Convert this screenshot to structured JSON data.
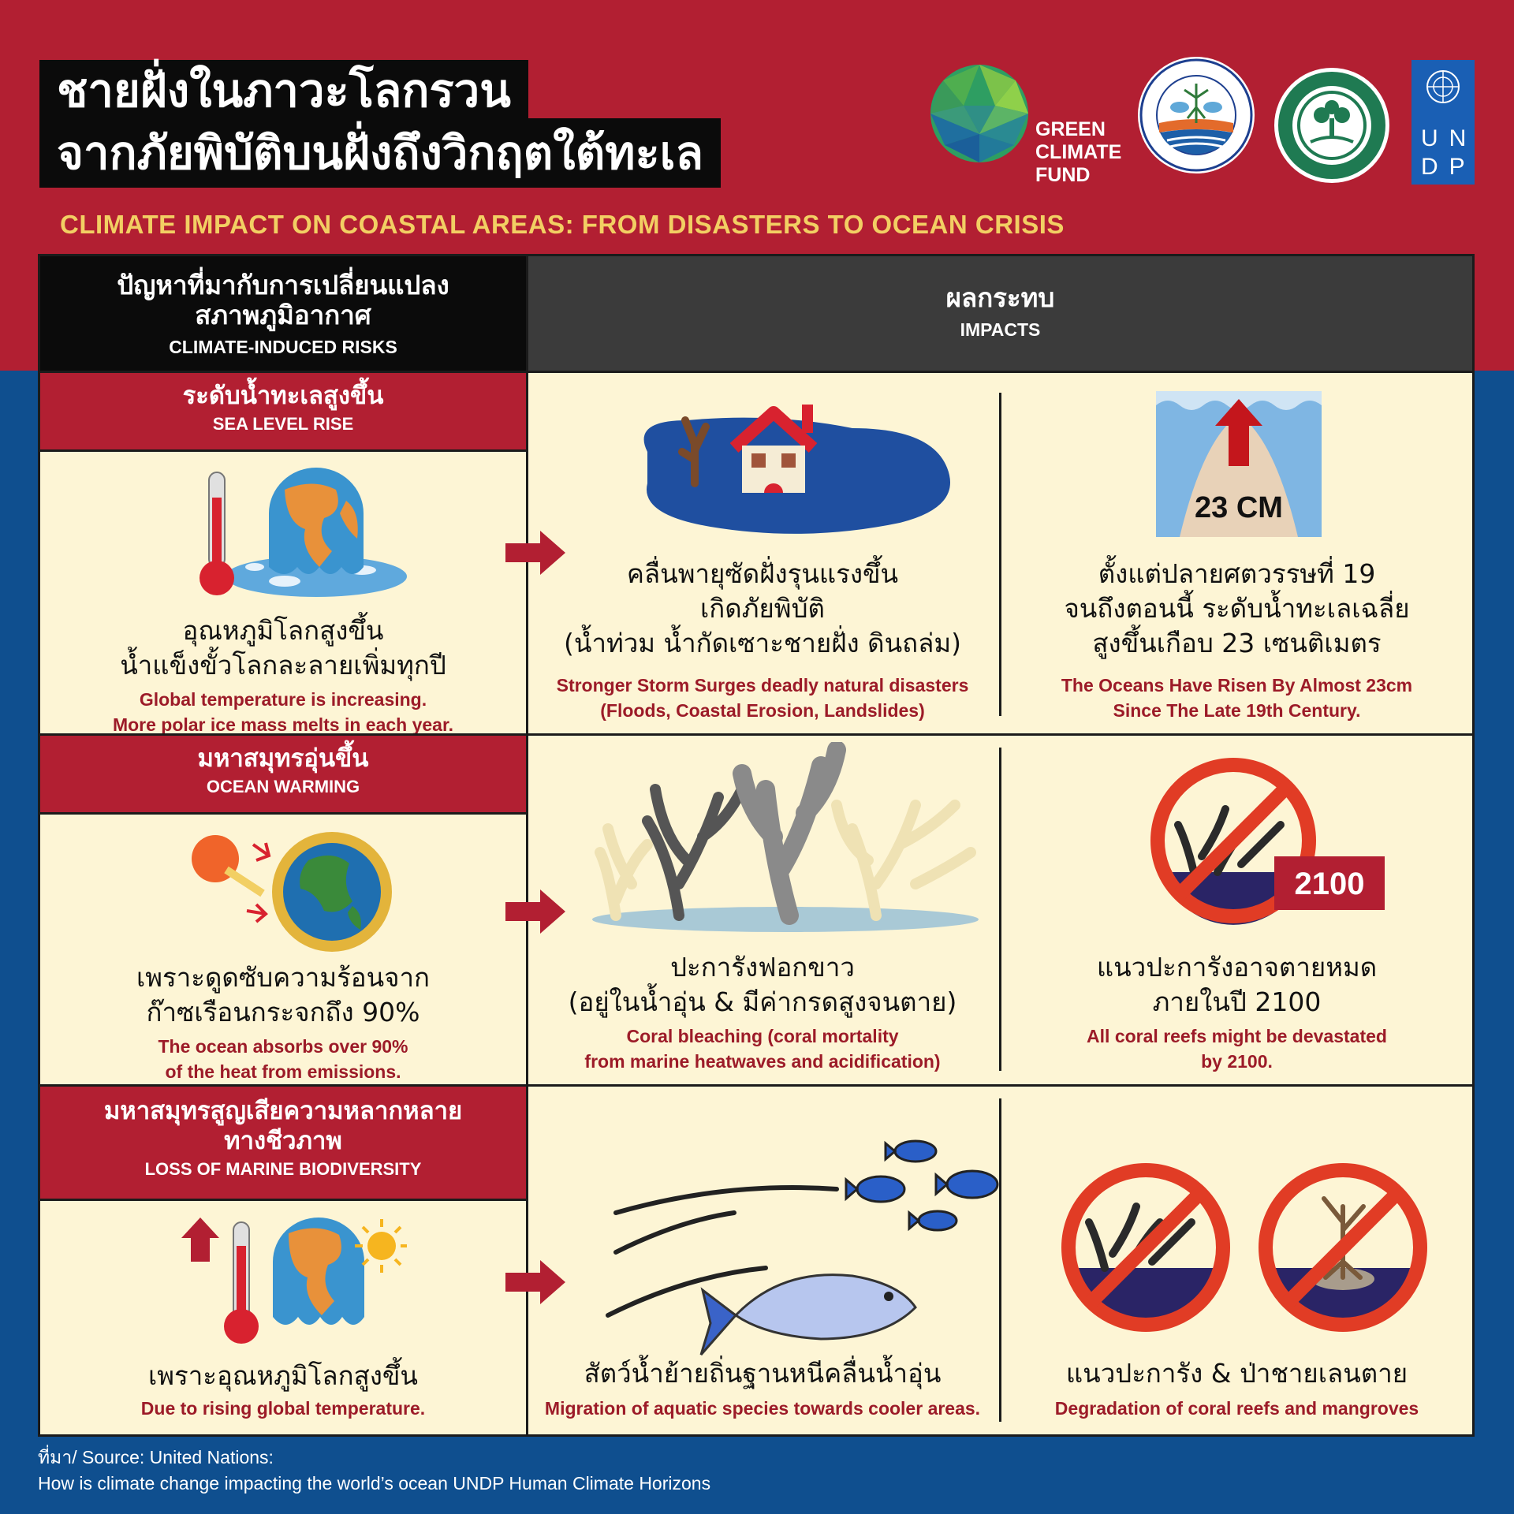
{
  "title": {
    "line1": "ชายฝั่งในภาวะโลกรวน",
    "line2": "จากภัยพิบัติบนฝั่งถึงวิกฤตใต้ทะเล",
    "subtitle": "CLIMATE IMPACT ON COASTAL AREAS: FROM DISASTERS TO OCEAN CRISIS"
  },
  "logos": {
    "gcf": [
      "GREEN",
      "CLIMATE",
      "FUND"
    ],
    "undp": [
      "U",
      "N",
      "D",
      "P"
    ]
  },
  "header": {
    "risks_th_1": "ปัญหาที่มากับการเปลี่ยนแปลง",
    "risks_th_2": "สภาพภูมิอากาศ",
    "risks_en": "CLIMATE-INDUCED RISKS",
    "impacts_th": "ผลกระทบ",
    "impacts_en": "IMPACTS"
  },
  "rows": [
    {
      "category_th": "ระดับน้ำทะเลสูงขึ้น",
      "category_en": "SEA LEVEL RISE",
      "risk_th": [
        "อุณหภูมิโลกสูงขึ้น",
        "น้ำแข็งขั้วโลกละลายเพิ่มทุกปี"
      ],
      "risk_en": [
        "Global temperature is increasing.",
        "More polar ice mass melts in each year."
      ],
      "impact1_th": [
        "คลื่นพายุซัดฝั่งรุนแรงขึ้น",
        "เกิดภัยพิบัติ",
        "(น้ำท่วม น้ำกัดเซาะชายฝั่ง ดินถล่ม)"
      ],
      "impact1_en": [
        "Stronger Storm Surges deadly natural disasters",
        "(Floods, Coastal Erosion, Landslides)"
      ],
      "impact2_label": "23 CM",
      "impact2_th": [
        "ตั้งแต่ปลายศตวรรษที่ 19",
        "จนถึงตอนนี้ ระดับน้ำทะเลเฉลี่ย",
        "สูงขึ้นเกือบ 23 เซนติเมตร"
      ],
      "impact2_en": [
        "The Oceans Have Risen By Almost 23cm",
        "Since The Late 19th Century."
      ]
    },
    {
      "category_th": "มหาสมุทรอุ่นขึ้น",
      "category_en": "OCEAN WARMING",
      "risk_th": [
        "เพราะดูดซับความร้อนจาก",
        "ก๊าซเรือนกระจกถึง 90%"
      ],
      "risk_en": [
        "The ocean absorbs over 90%",
        "of the heat from emissions."
      ],
      "impact1_th": [
        "ปะการังฟอกขาว",
        "(อยู่ในน้ำอุ่น & มีค่ากรดสูงจนตาย)"
      ],
      "impact1_en": [
        "Coral bleaching (coral mortality",
        "from marine heatwaves and acidification)"
      ],
      "impact2_label": "2100",
      "impact2_th": [
        "แนวปะการังอาจตายหมด",
        "ภายในปี 2100"
      ],
      "impact2_en": [
        "All coral reefs might be devastated",
        "by 2100."
      ]
    },
    {
      "category_th": [
        "มหาสมุทรสูญเสียความหลากหลาย",
        "ทางชีวภาพ"
      ],
      "category_en": "LOSS OF MARINE BIODIVERSITY",
      "risk_th": [
        "เพราะอุณหภูมิโลกสูงขึ้น"
      ],
      "risk_en": [
        "Due to rising global temperature."
      ],
      "impact1_th": [
        "สัตว์น้ำย้ายถิ่นฐานหนีคลื่นน้ำอุ่น"
      ],
      "impact1_en": [
        "Migration of aquatic species towards cooler areas."
      ],
      "impact2_th": [
        "แนวปะการัง & ป่าชายเลนตาย"
      ],
      "impact2_en": [
        "Degradation of coral reefs and mangroves"
      ]
    }
  ],
  "source": {
    "line1": "ที่มา/ Source: United Nations:",
    "line2": "How is climate change impacting the world’s ocean UNDP Human Climate Horizons"
  },
  "colors": {
    "red": "#b21f32",
    "blue": "#0f4f8f",
    "cream": "#fdf5d5",
    "gold": "#f2cf63"
  }
}
